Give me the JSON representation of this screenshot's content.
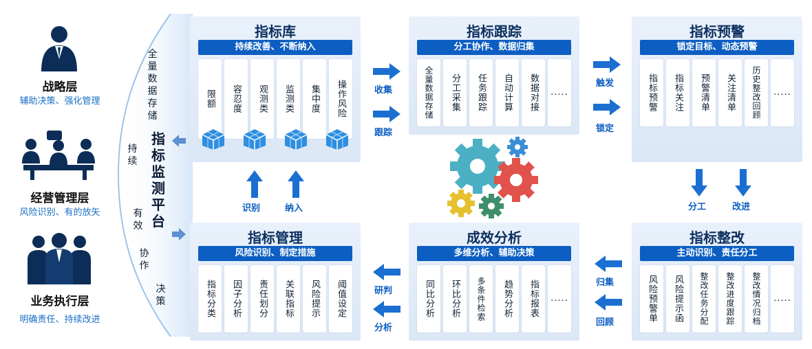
{
  "roles": [
    {
      "title": "战略层",
      "subtitle": "辅助决策、强化管理",
      "icon": "executive-person-icon"
    },
    {
      "title": "经营管理层",
      "subtitle": "风险识别、有的放矢",
      "icon": "meeting-group-icon"
    },
    {
      "title": "业务执行层",
      "subtitle": "明确责任、持续改进",
      "icon": "team-group-icon"
    }
  ],
  "platform": {
    "name": "指标监测平台",
    "sides": [
      "全量数据存储",
      "持续",
      "有效",
      "协作",
      "决策"
    ]
  },
  "panels": {
    "library": {
      "title": "指标库",
      "bar": "持续改善、不断纳入",
      "items": [
        "限额",
        "容忍度",
        "观测类",
        "监测类",
        "集中度",
        "操作风险"
      ]
    },
    "tracking": {
      "title": "指标跟踪",
      "bar": "分工协作、数据归集",
      "items": [
        "全量数据存储",
        "分工采集",
        "任务跟踪",
        "自动计算",
        "数据对接",
        "....."
      ]
    },
    "warning": {
      "title": "指标预警",
      "bar": "锁定目标、动态预警",
      "items": [
        "指标预警",
        "指标关注",
        "预警清单",
        "关注清单",
        "历史整改回顾",
        "....."
      ]
    },
    "management": {
      "title": "指标管理",
      "bar": "风险识别、制定措施",
      "items": [
        "指标分类",
        "因子分析",
        "责任划分",
        "关联指标",
        "风险提示",
        "阈值设定"
      ]
    },
    "analysis": {
      "title": "成效分析",
      "bar": "多维分析、辅助决策",
      "items": [
        "同比分析",
        "环比分析",
        "多条件检索",
        "趋势分析",
        "指标报表",
        "....."
      ]
    },
    "rectify": {
      "title": "指标整改",
      "bar": "主动识别、责任分工",
      "items": [
        "风险预警单",
        "风险提示函",
        "整改任务分配",
        "整改进度跟踪",
        "整改情况归档",
        "....."
      ]
    }
  },
  "arrows": {
    "collect": "收集",
    "track": "跟踪",
    "trigger": "触发",
    "lock": "锁定",
    "divide": "分工",
    "improve": "改进",
    "gather": "归集",
    "review": "回顾",
    "judge": "研判",
    "analyze": "分析",
    "identify": "识别",
    "include": "纳入"
  },
  "colors": {
    "primary": "#0d5ec2",
    "arrow": "#1b6fd1",
    "panel": "#dfe9f7",
    "gear_teal": "#4bb0c4",
    "gear_red": "#e0524b",
    "gear_yellow": "#e6c02e",
    "gear_green": "#3e8e6c",
    "gear_blue": "#3b8fd6"
  }
}
